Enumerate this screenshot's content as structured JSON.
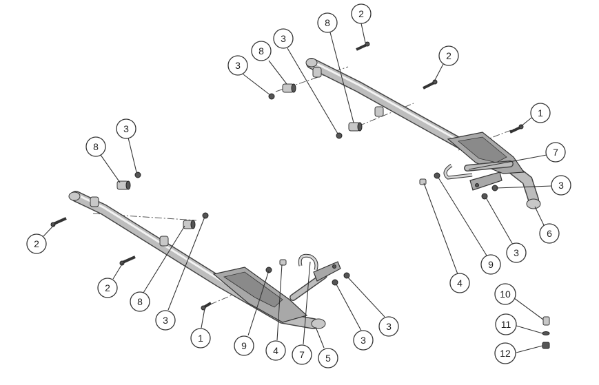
{
  "callouts": {
    "upper_2_top": "2",
    "upper_8": "8",
    "upper_3_a": "3",
    "upper_8_b": "8",
    "upper_3_b": "3",
    "upper_2_right": "2",
    "upper_1": "1",
    "upper_7": "7",
    "upper_3_c": "3",
    "upper_6": "6",
    "upper_3_d": "3",
    "upper_9": "9",
    "upper_4": "4",
    "lower_3_a": "3",
    "lower_8": "8",
    "lower_2_left": "2",
    "lower_2_mid": "2",
    "lower_8_b": "8",
    "lower_3_b": "3",
    "lower_1": "1",
    "lower_9": "9",
    "lower_4": "4",
    "lower_7": "7",
    "lower_5": "5",
    "lower_3_c": "3",
    "lower_3_d": "3",
    "detail_10": "10",
    "detail_11": "11",
    "detail_12": "12"
  },
  "colors": {
    "line": "#333333",
    "metal": "#bdbdbd",
    "hardware": "#555555",
    "background": "#ffffff"
  }
}
